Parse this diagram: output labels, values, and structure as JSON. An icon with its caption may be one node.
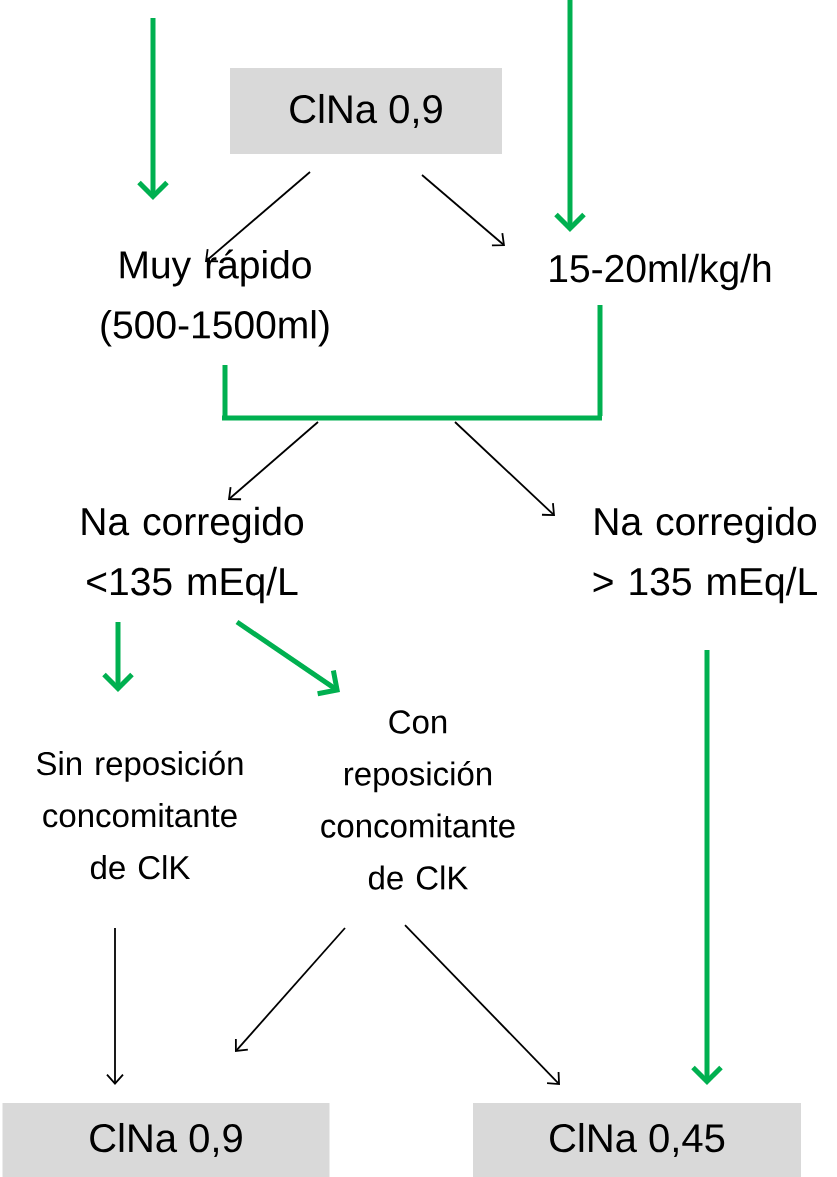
{
  "diagram": {
    "nodes": [
      {
        "text": [
          "ClNa 0,9"
        ]
      },
      {
        "text": [
          "Muy rápido (500-1500ml)"
        ]
      },
      {
        "text": [
          "15-20ml/kg/h"
        ]
      },
      {
        "text": [],
        "shape": "bar"
      },
      {
        "text": [
          "Na corregido <135 mEq/L"
        ]
      },
      {
        "text": [
          "Na corregido > 135 mEq/L"
        ]
      },
      {
        "text": [
          "Sin reposición concomitante de ClK"
        ]
      },
      {
        "text": [
          "Con reposición concomitante de ClK"
        ]
      },
      {
        "text": [
          "ClNa 0,9"
        ]
      },
      {
        "text": [
          "ClNa 0,45"
        ]
      }
    ],
    "edges": [
      {
        "from": null,
        "to": 1,
        "arrow": "to",
        "style": "thick",
        "color": "#00b050"
      },
      {
        "from": null,
        "to": 2,
        "arrow": "to",
        "style": "thick",
        "color": "#00b050"
      },
      {
        "from": 0,
        "to": 1,
        "arrow": "to",
        "color": "#000000"
      },
      {
        "from": 0,
        "to": 2,
        "arrow": "to",
        "color": "#000000"
      },
      {
        "from": 1,
        "to": 3,
        "arrow": "none",
        "style": "thick",
        "color": "#00b050"
      },
      {
        "from": 2,
        "to": 3,
        "arrow": "none",
        "style": "thick",
        "color": "#00b050"
      },
      {
        "from": 3,
        "to": 4,
        "arrow": "to",
        "color": "#000000"
      },
      {
        "from": 3,
        "to": 5,
        "arrow": "to",
        "color": "#000000"
      },
      {
        "from": 4,
        "to": 6,
        "arrow": "to",
        "style": "thick",
        "color": "#00b050"
      },
      {
        "from": 4,
        "to": 7,
        "arrow": "to",
        "style": "thick",
        "color": "#00b050"
      },
      {
        "from": 5,
        "to": 9,
        "arrow": "to",
        "style": "thick",
        "color": "#00b050"
      },
      {
        "from": 6,
        "to": 8,
        "arrow": "to",
        "color": "#000000"
      },
      {
        "from": 7,
        "to": 8,
        "arrow": "to",
        "color": "#000000"
      },
      {
        "from": 7,
        "to": 9,
        "arrow": "to",
        "color": "#000000"
      }
    ]
  }
}
